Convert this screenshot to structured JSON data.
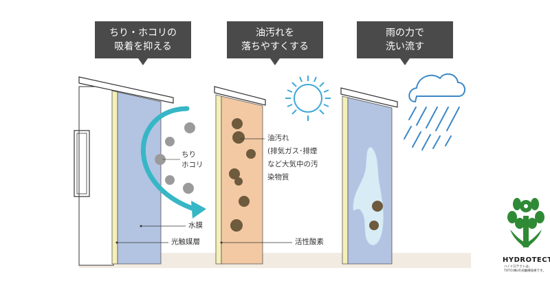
{
  "callouts": [
    {
      "line1": "ちり・ホコリの",
      "line2": "吸着を抑える"
    },
    {
      "line1": "油汚れを",
      "line2": "落ちやすくする"
    },
    {
      "line1": "雨の力で",
      "line2": "洗い流す"
    }
  ],
  "labels": {
    "dust": {
      "line1": "ちり",
      "line2": "ホコリ"
    },
    "oil": {
      "line1": "油汚れ",
      "line2": "(排気ガス･排煙",
      "line3": "など大気中の汚",
      "line4": "染物質"
    },
    "water_film": "水膜",
    "photocatalyst_layer": "光触媒層",
    "active_oxygen": "活性酸素"
  },
  "logo": {
    "name": "HYDROTECT",
    "sub1": "ハイドロテクトは、",
    "sub2": "TOTO(株)の光触媒技術です。"
  },
  "colors": {
    "panel_blue": "#b3c3e2",
    "panel_orange": "#f2c9a3",
    "dirt": "#6e5a3c",
    "arrow": "#37b6c6",
    "sun": "#3ba7d8",
    "rain": "#3b87c8",
    "logo_green": "#2f8a35"
  }
}
